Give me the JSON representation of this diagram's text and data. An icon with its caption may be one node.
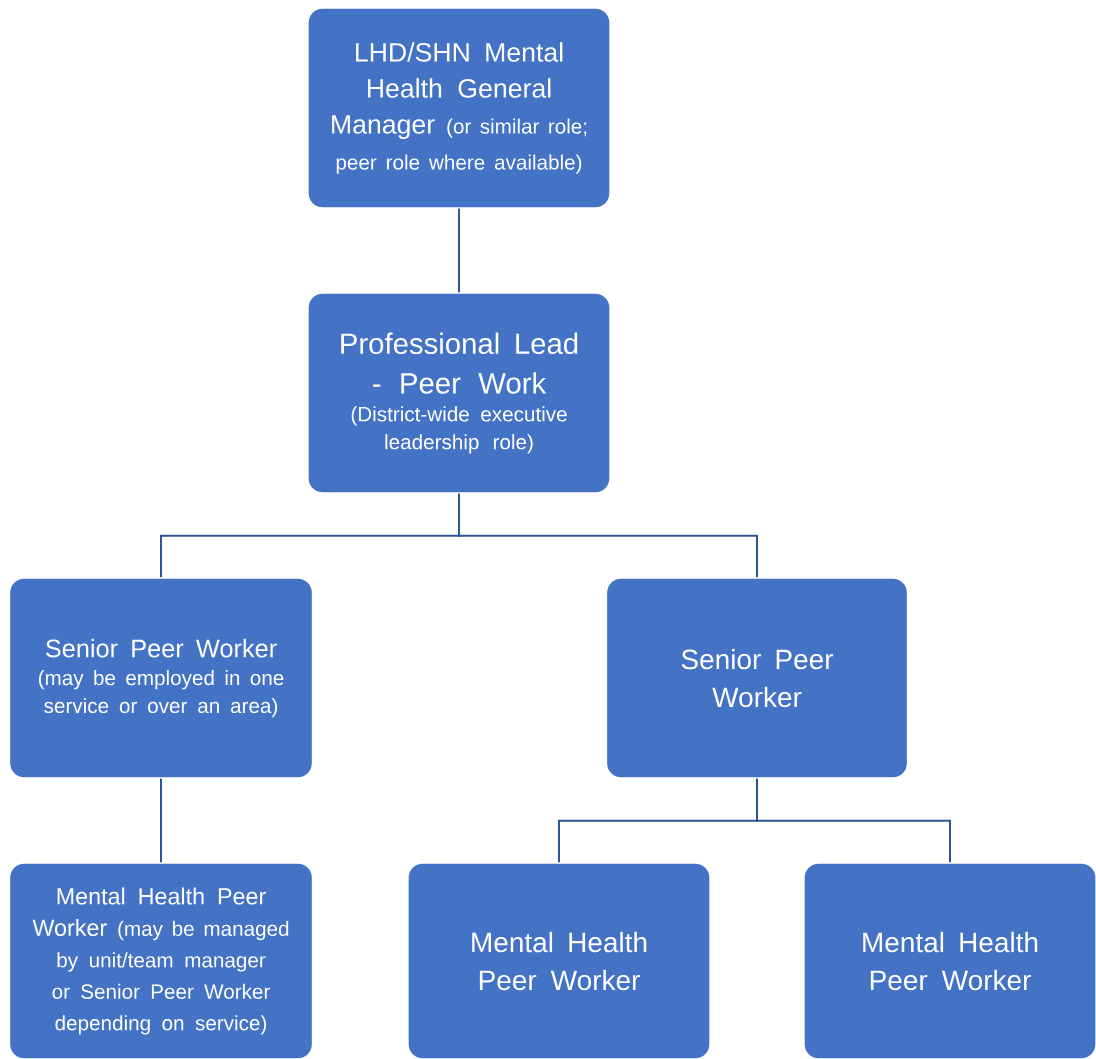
{
  "diagram": {
    "nodes": [
      {
        "text": [
          "LHD/SHN Mental Health General Manager",
          "(or similar role; peer role where available)"
        ]
      },
      {
        "text": [
          "Professional Lead - Peer Work",
          "(District-wide executive leadership role)"
        ]
      },
      {
        "text": [
          "Senior Peer Worker",
          "(may be employed in one service or over an area)"
        ]
      },
      {
        "text": [
          "Senior Peer Worker"
        ]
      },
      {
        "text": [
          "Mental Health Peer Worker",
          "(may be managed by unit/team manager or Senior Peer Worker depending on service)"
        ]
      },
      {
        "text": [
          "Mental Health Peer Worker"
        ]
      },
      {
        "text": [
          "Mental Health Peer Worker"
        ]
      }
    ],
    "edges": [
      {
        "from": 0,
        "to": 1,
        "arrow": "none"
      },
      {
        "from": 1,
        "to": 2,
        "arrow": "none"
      },
      {
        "from": 1,
        "to": 3,
        "arrow": "none"
      },
      {
        "from": 2,
        "to": 4,
        "arrow": "none"
      },
      {
        "from": 3,
        "to": 5,
        "arrow": "none"
      },
      {
        "from": 3,
        "to": 6,
        "arrow": "none"
      }
    ]
  }
}
